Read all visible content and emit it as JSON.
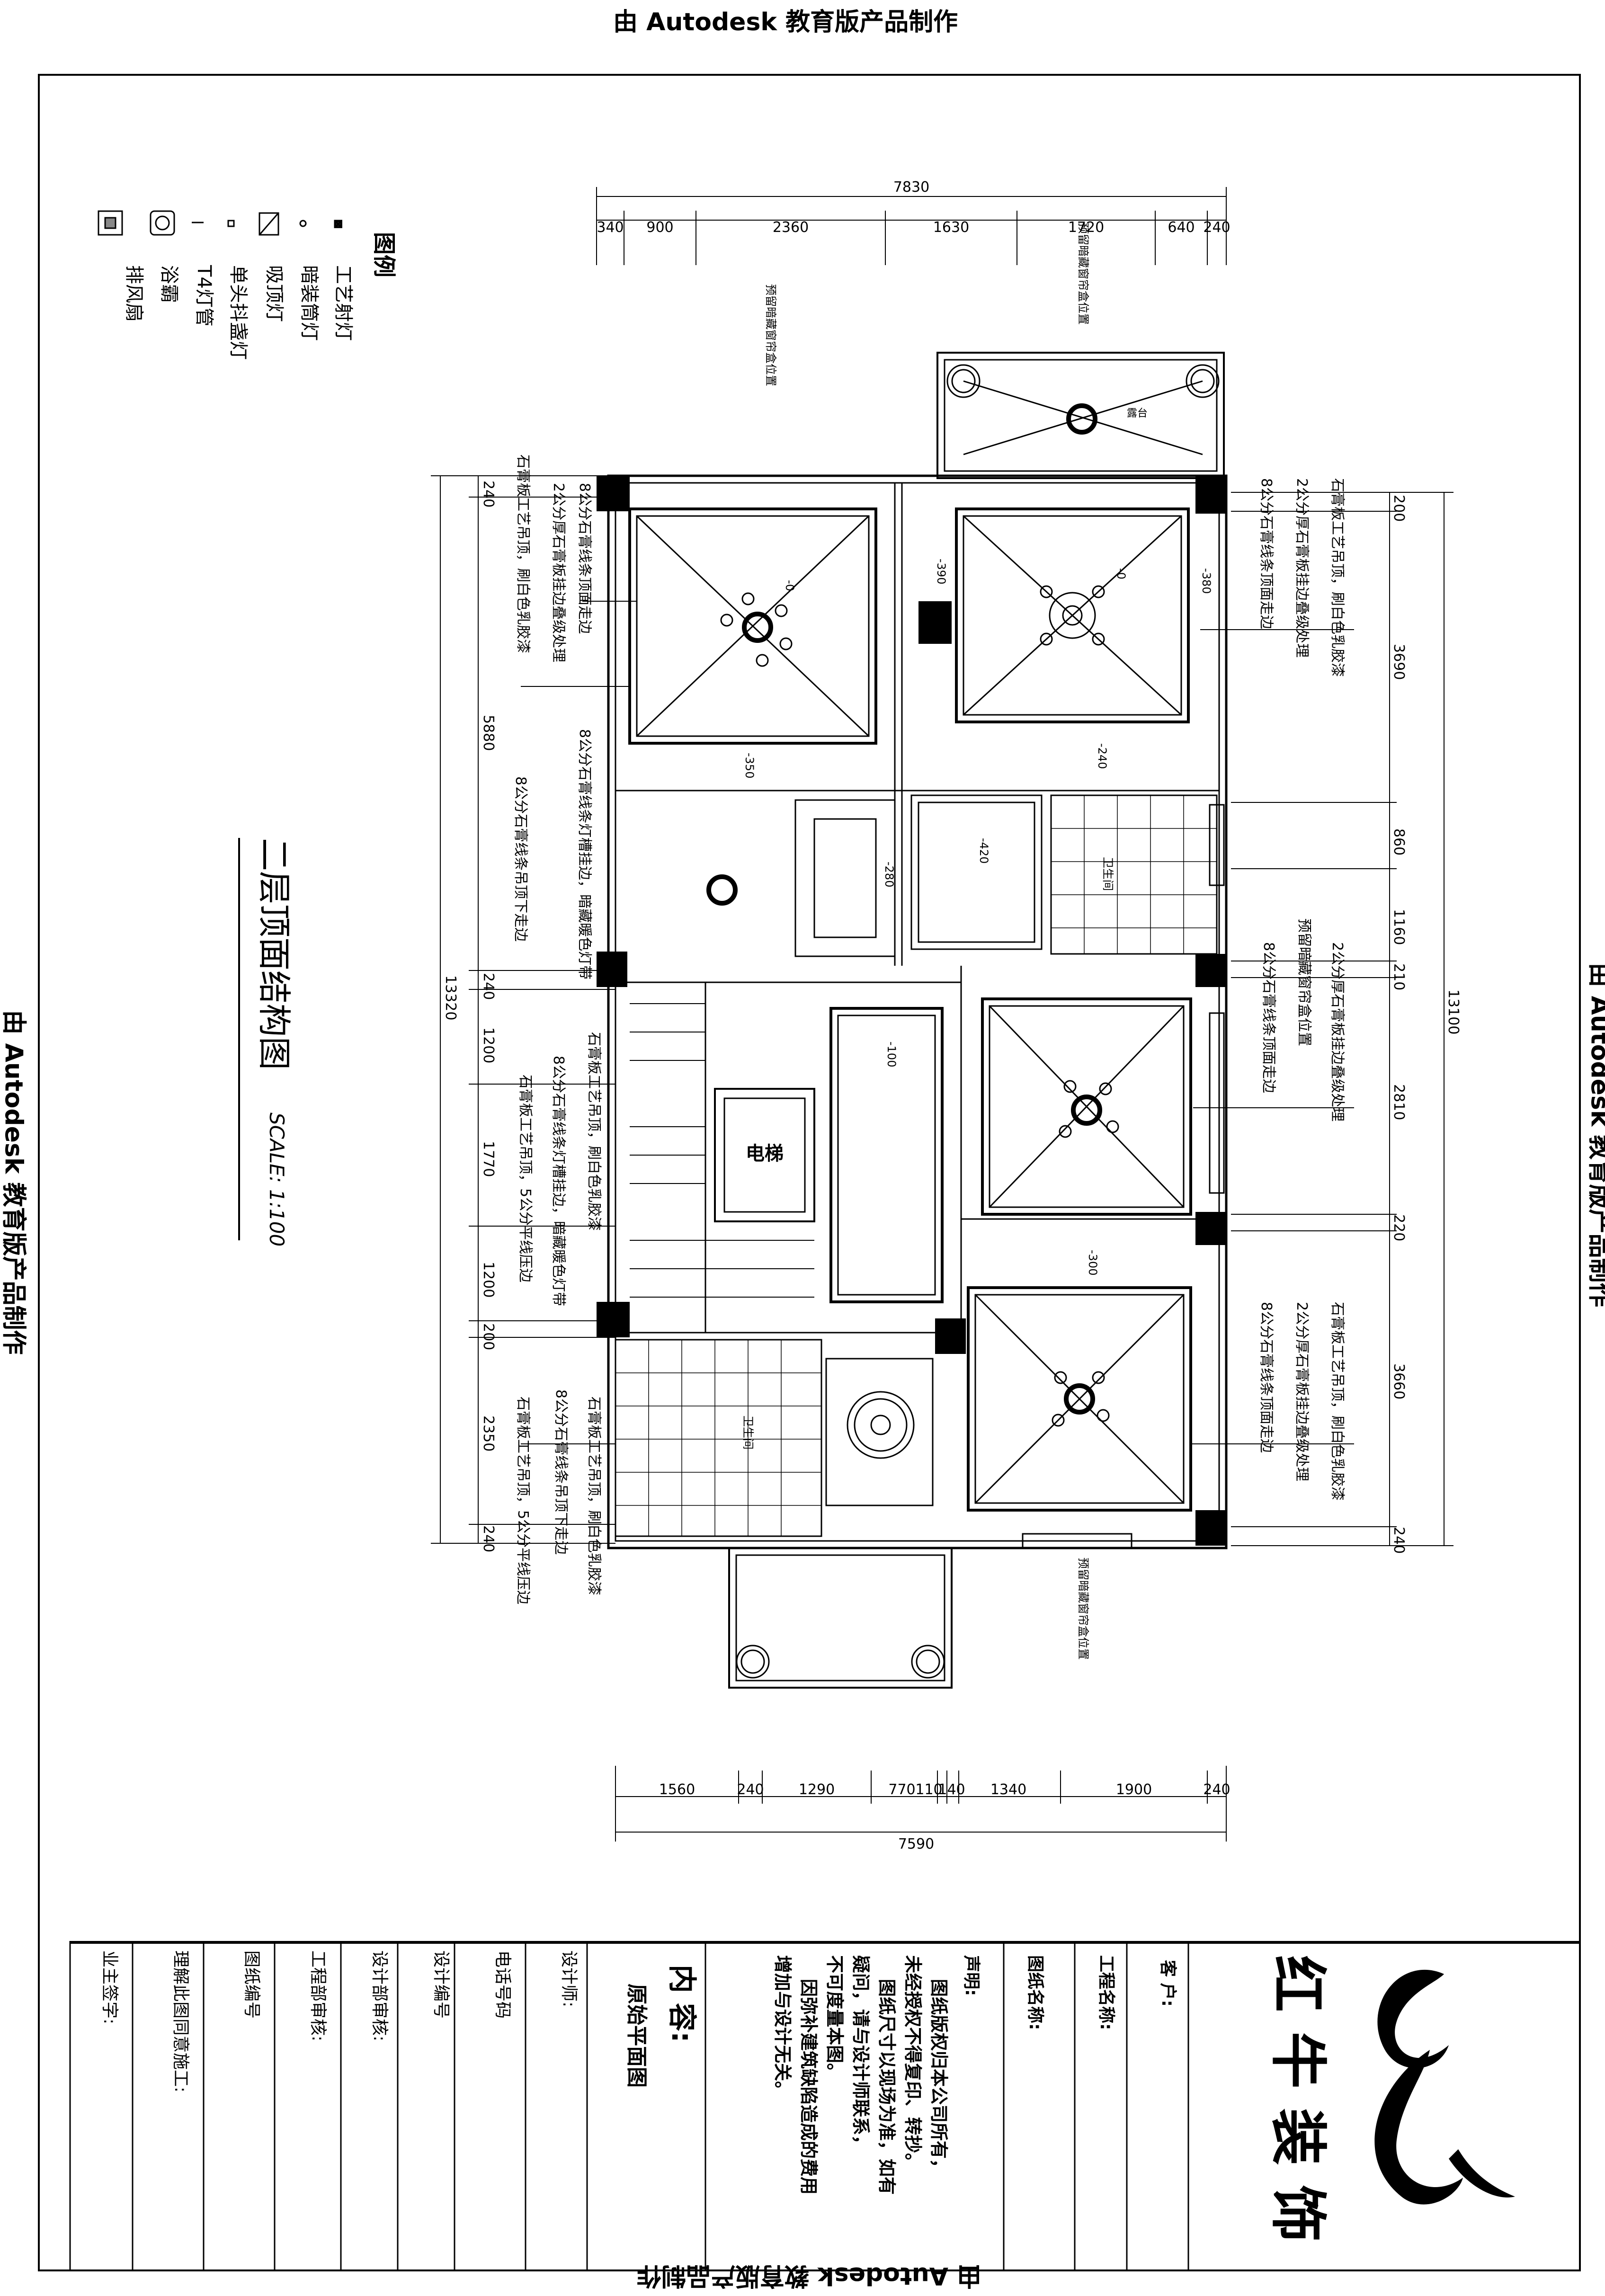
{
  "watermark": "由 Autodesk 教育版产品制作",
  "legend": {
    "title": "图例",
    "items": [
      "工艺射灯",
      "暗装筒灯",
      "吸顶灯",
      "单头抖盏灯",
      "T4灯管",
      "浴霸",
      "排风扇"
    ]
  },
  "plan": {
    "title": "二层顶面结构图",
    "scale": "SCALE: 1:100",
    "top_total": "7830",
    "top_dims": [
      "340",
      "900",
      "2360",
      "1630",
      "1720",
      "640",
      "240"
    ],
    "bottom_total": "7590",
    "bottom_dims": [
      "1560",
      "240",
      "1290",
      "770",
      "110",
      "140",
      "1340",
      "1900",
      "240"
    ],
    "left_total": "13320",
    "left_dims": [
      "240",
      "5880",
      "240",
      "1200",
      "1770",
      "1200",
      "200",
      "2350",
      "240"
    ],
    "right_total": "13100",
    "right_dims": [
      "200",
      "3690",
      "860",
      "1160",
      "210",
      "2810",
      "220",
      "3660",
      "240"
    ],
    "notes_left": [
      "8公分石膏线条顶面走边",
      "2公分厚石膏板挂边叠级处理",
      "石膏板工艺吊顶，刷白色乳胶漆",
      "8公分石膏线条灯槽挂边，暗藏暖色灯带",
      "8公分石膏线条吊顶下走边",
      "石膏板工艺吊顶，刷白色乳胶漆",
      "8公分石膏线条灯槽挂边，暗藏暖色灯带",
      "石膏板工艺吊顶，5公分平线压边",
      "8公分石膏线条吊顶下走边",
      "石膏板工艺吊顶，刷白色乳胶漆",
      "石膏板工艺吊顶，5公分平线压边"
    ],
    "notes_right": [
      "8公分石膏线条顶面走边",
      "2公分厚石膏板挂边叠级处理",
      "石膏板工艺吊顶，刷白色乳胶漆",
      "预留暗藏窗帘盒位置",
      "2公分厚石膏板挂边叠级处理",
      "8公分石膏线条顶面走边",
      "8公分石膏线条顶面走边",
      "2公分厚石膏板挂边叠级处理",
      "石膏板工艺吊顶，刷白色乳胶漆"
    ],
    "curtain_top": "预留暗藏窗帘盒位置",
    "curtain_top2": "预留暗藏窗帘盒位置",
    "curtain_bottom": "预留暗藏窗帘盒位置",
    "elevator": "电梯",
    "bathroom": "卫生间",
    "level_labels": [
      "-0",
      "-350",
      "-380",
      "-280",
      "-100",
      "-420",
      "-390",
      "-240",
      "-300"
    ],
    "balcony": "露台"
  },
  "title_block": {
    "company": "红 牛 装 饰",
    "client_label": "客 户:",
    "project_label": "工程名称:",
    "drawing_name_label": "图纸名称:",
    "declaration_title": "声明:",
    "declarations": [
      "图纸版权归本公司所有，",
      "未经授权不得复印、转抄。",
      "图纸尺寸以现场为准，如有",
      "疑问，请与设计师联系，",
      "不可度量本图。",
      "因弥补建筑缺陷造成的费用",
      "增加与设计无关。"
    ],
    "content_label": "内 容:",
    "content_value": "原始平面图",
    "designer_label": "设计师:",
    "phone_label": "电话号码",
    "design_no_label": "设计编号",
    "dept_review_label": "设计部审核:",
    "eng_review_label": "工程部审核:",
    "drawing_no_label": "图纸编号",
    "understand_label": "理解此图同意施工:",
    "owner_sign_label": "业主签字:"
  }
}
